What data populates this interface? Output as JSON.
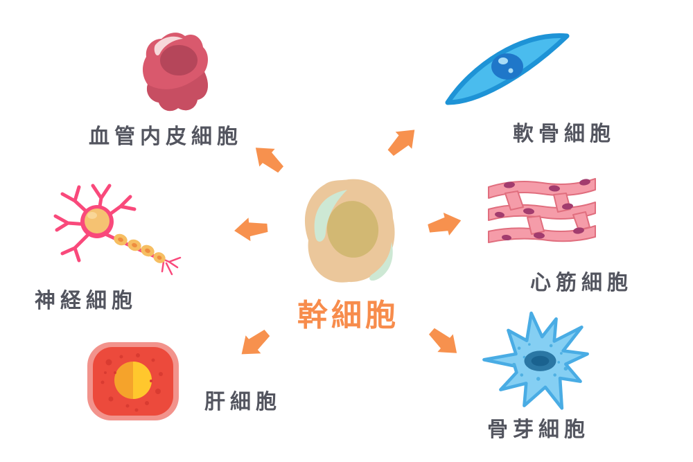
{
  "diagram": {
    "center_label": "幹細胞",
    "labels": {
      "endothelial": "血管内皮細胞",
      "chondrocyte": "軟骨細胞",
      "cardiomyocyte": "心筋細胞",
      "osteoblast": "骨芽細胞",
      "hepatocyte": "肝細胞",
      "neuron": "神経細胞"
    },
    "arrows": [
      {
        "name": "arrow-to-endothelial",
        "direction": "up-left"
      },
      {
        "name": "arrow-to-chondrocyte",
        "direction": "up-right"
      },
      {
        "name": "arrow-to-neuron",
        "direction": "left"
      },
      {
        "name": "arrow-to-cardiomyocyte",
        "direction": "right"
      },
      {
        "name": "arrow-to-hepatocyte",
        "direction": "down-left"
      },
      {
        "name": "arrow-to-osteoblast",
        "direction": "down-right"
      }
    ],
    "colors": {
      "background": "#FFFFFF",
      "arrow": "#F7914E",
      "center_label": "#F78C4C",
      "node_label": "#53555F",
      "stem_cell_body": "#EBC79B",
      "stem_cell_nucleus": "#D2B873",
      "stem_cell_highlight": "#CDE8D4",
      "endothelial_body": "#D9596D",
      "chondrocyte_body": "#4ABCEE",
      "cardiomyocyte_body": "#F59CA9",
      "osteoblast_body": "#85CFF3",
      "hepatocyte_body": "#EC4A3C",
      "neuron_body": "#F9497B"
    }
  }
}
